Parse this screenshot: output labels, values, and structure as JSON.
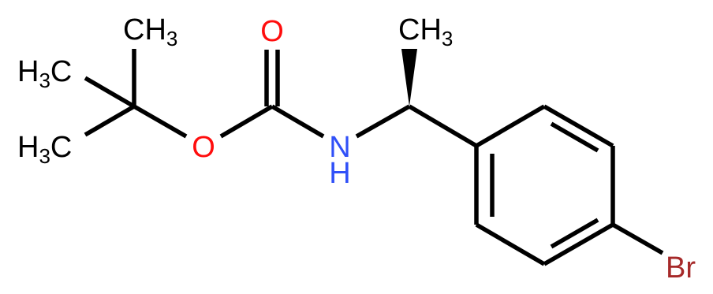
{
  "colors": {
    "carbon": "#000000",
    "oxygen": "#ff0d0d",
    "nitrogen": "#3050f8",
    "bromine": "#a62929",
    "background": "#ffffff"
  },
  "atoms": {
    "ch3_top": {
      "main": "CH",
      "sub": "3"
    },
    "h3c_upper": {
      "h": "H",
      "sub": "3",
      "c": "C"
    },
    "h3c_lower": {
      "h": "H",
      "sub": "3",
      "c": "C"
    },
    "ch3_right": {
      "main": "CH",
      "sub": "3"
    },
    "o_carbonyl": "O",
    "o_ester": "O",
    "n_amine": {
      "n": "N",
      "h": "H"
    },
    "br": "Br"
  }
}
